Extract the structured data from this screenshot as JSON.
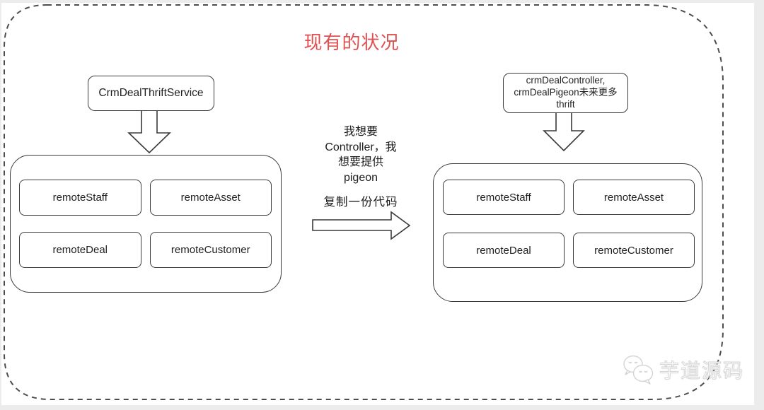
{
  "page": {
    "title": "现有的状况",
    "title_color": "#e05050"
  },
  "left_diagram": {
    "service_label": "CrmDealThriftService",
    "modules": [
      "remoteStaff",
      "remoteAsset",
      "remoteDeal",
      "remoteCustomer"
    ]
  },
  "right_diagram": {
    "service_label": "crmDealController,\ncrmDealPigeon未来更多\nthrift",
    "modules": [
      "remoteStaff",
      "remoteAsset",
      "remoteDeal",
      "remoteCustomer"
    ]
  },
  "center": {
    "thought_text": "我想要\nController，我\n想要提供\npigeon",
    "action_label": "复制一份代码"
  },
  "watermark": {
    "text": "芋道源码",
    "icon": "wechat-chat-bubbles-icon"
  },
  "colors": {
    "line": "#3a3a3a",
    "dashed_border": "#4d4d4d",
    "title_red": "#e05050"
  }
}
